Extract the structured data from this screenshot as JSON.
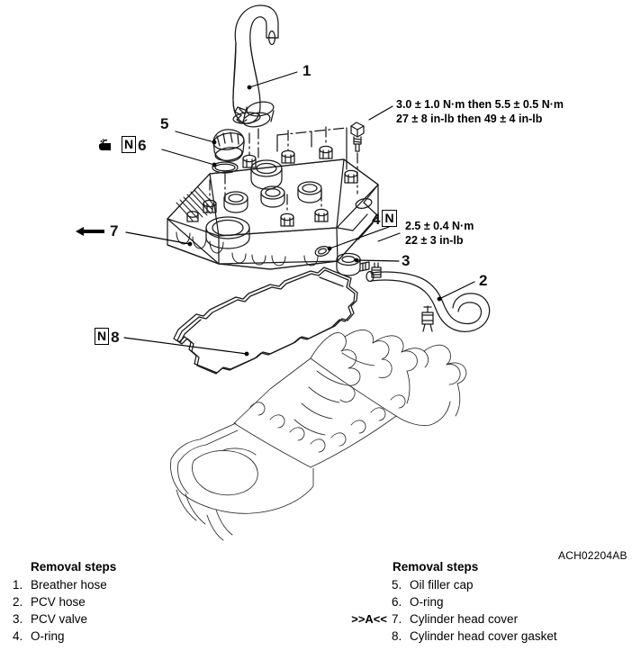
{
  "figure": {
    "part_code": "ACH02204AB",
    "title": "Cylinder head cover removal exploded view"
  },
  "callouts": [
    {
      "id": "1",
      "label": "1",
      "target": "Breather hose"
    },
    {
      "id": "2",
      "label": "2",
      "target": "PCV hose"
    },
    {
      "id": "3",
      "label": "3",
      "target": "PCV valve"
    },
    {
      "id": "4",
      "label": "4",
      "target": "O-ring"
    },
    {
      "id": "5",
      "label": "5",
      "target": "Oil filler cap"
    },
    {
      "id": "6",
      "label": "6",
      "target": "O-ring"
    },
    {
      "id": "7",
      "label": "7",
      "target": "Cylinder head cover"
    },
    {
      "id": "8",
      "label": "8",
      "target": "Cylinder head cover gasket"
    }
  ],
  "symbols": {
    "n_box": "N",
    "oil_icon": "oil-can",
    "arrow_icon": "solid-arrow"
  },
  "torque_notes": [
    {
      "id": "head-cover-bolts",
      "line1": "3.0 ± 1.0 N·m then 5.5 ± 0.5 N·m",
      "line2": "27 ± 8 in-lb then 49 ± 4 in-lb"
    },
    {
      "id": "pcv-valve",
      "line1": "2.5 ± 0.4 N·m",
      "line2": "22 ± 3 in-lb"
    }
  ],
  "legend": {
    "left": {
      "title": "Removal steps",
      "items": [
        {
          "mark": "",
          "num": "1.",
          "text": "Breather hose"
        },
        {
          "mark": "",
          "num": "2.",
          "text": "PCV hose"
        },
        {
          "mark": "",
          "num": "3.",
          "text": "PCV valve"
        },
        {
          "mark": "",
          "num": "4.",
          "text": "O-ring"
        }
      ]
    },
    "right": {
      "title": "Removal steps",
      "items": [
        {
          "mark": "",
          "num": "5.",
          "text": "Oil filler cap"
        },
        {
          "mark": "",
          "num": "6.",
          "text": "O-ring"
        },
        {
          "mark": ">>A<<",
          "num": "7.",
          "text": "Cylinder head cover"
        },
        {
          "mark": "",
          "num": "8.",
          "text": "Cylinder head cover gasket"
        }
      ]
    }
  }
}
